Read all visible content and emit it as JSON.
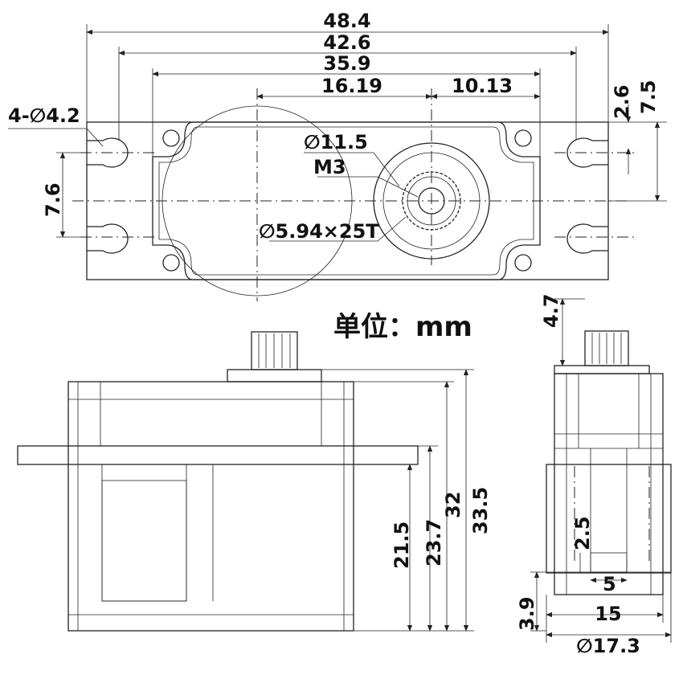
{
  "top_view": {
    "overall_width": "48.4",
    "hole_spacing": "42.6",
    "body_width": "35.9",
    "left_to_shaft": "16.19",
    "shaft_to_body_edge": "10.13",
    "edge_offset": "2.6",
    "half_height": "7.5",
    "mount_holes": "4-∅4.2",
    "hole_vertical_spacing": "7.6",
    "horn_diameter": "∅11.5",
    "screw": "M3",
    "spline": "∅5.94×25T"
  },
  "unit_label": "单位：mm",
  "front_view": {
    "h1": "21.5",
    "h2": "23.7",
    "h3": "32",
    "h4": "33.5"
  },
  "side_view": {
    "spline_height": "4.7",
    "h_small": "2.5",
    "w_small": "5",
    "bottom_height": "3.9",
    "width": "15",
    "diameter": "∅17.3"
  }
}
